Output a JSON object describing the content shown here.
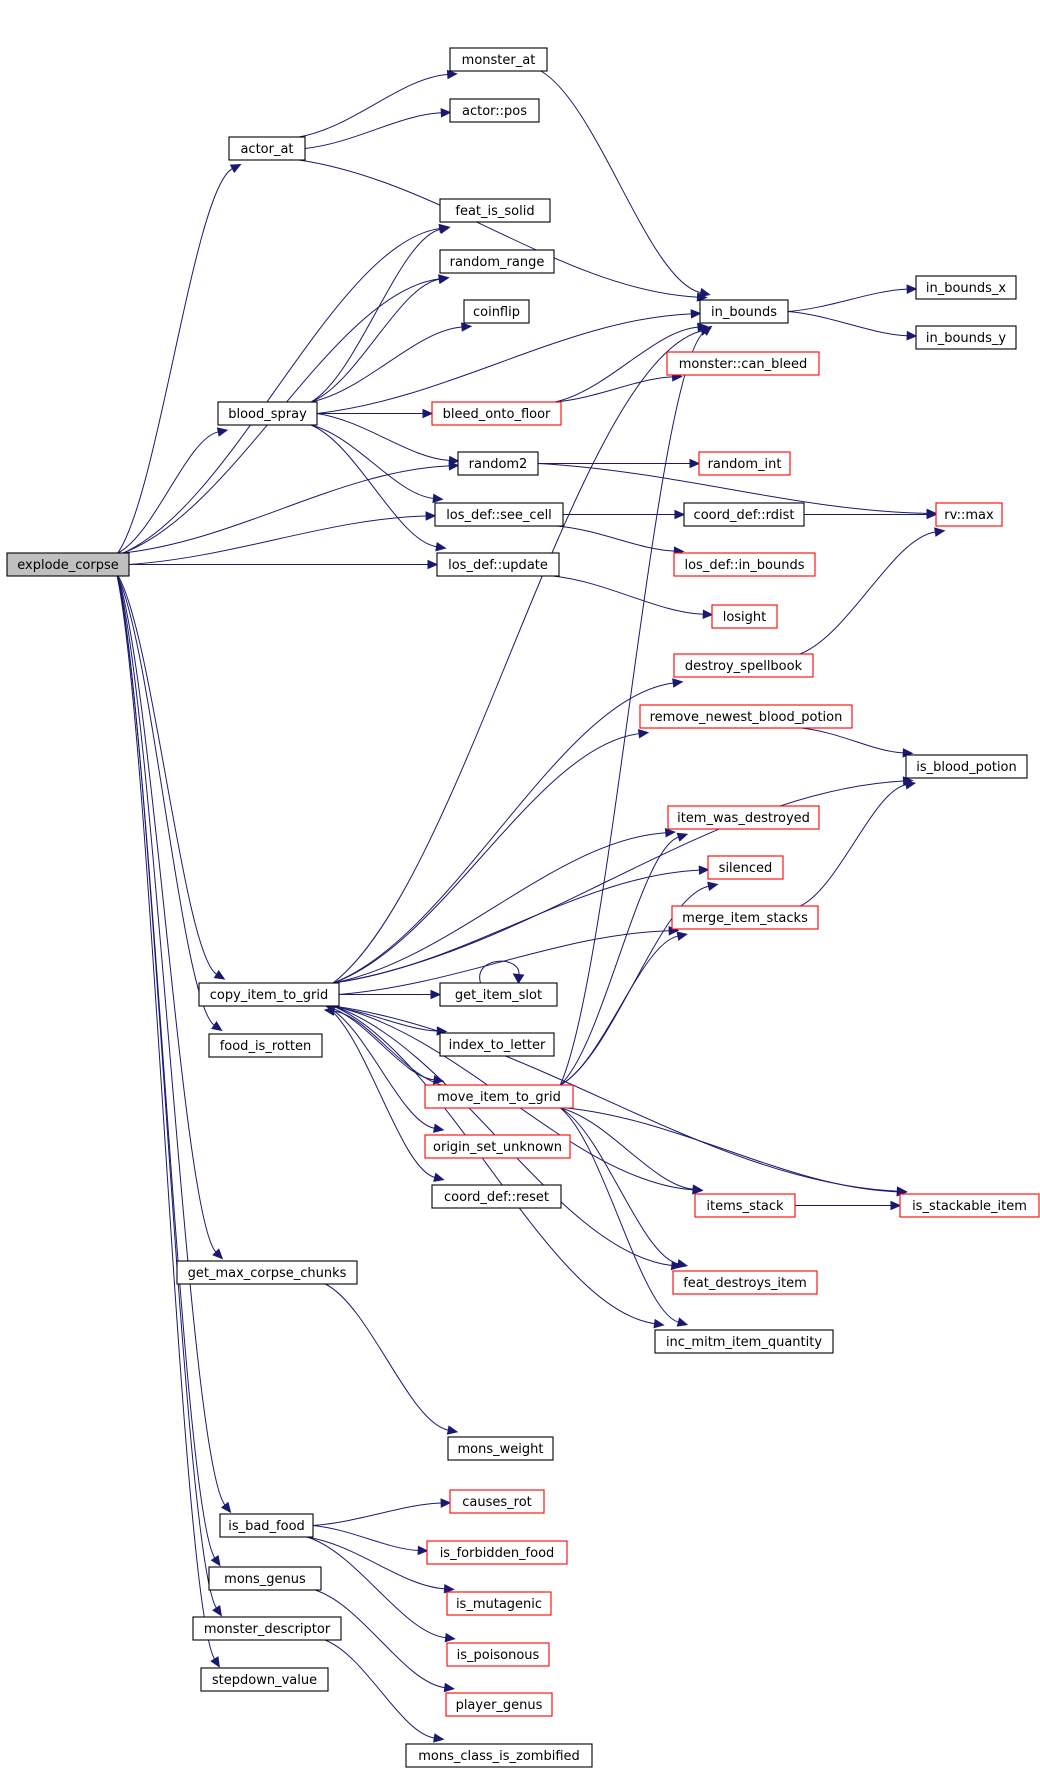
{
  "colors": {
    "edge": "#191970",
    "root_fill": "#bfbfbf",
    "normal_border": "#000000",
    "truncated_border": "#ff0000",
    "node_fill": "#ffffff"
  },
  "nodes": [
    {
      "id": "explode_corpse",
      "label": "explode_corpse",
      "style": "root"
    },
    {
      "id": "actor_at",
      "label": "actor_at",
      "style": "normal"
    },
    {
      "id": "monster_at",
      "label": "monster_at",
      "style": "normal"
    },
    {
      "id": "actor_pos",
      "label": "actor::pos",
      "style": "normal"
    },
    {
      "id": "feat_is_solid",
      "label": "feat_is_solid",
      "style": "normal"
    },
    {
      "id": "random_range",
      "label": "random_range",
      "style": "normal"
    },
    {
      "id": "coinflip",
      "label": "coinflip",
      "style": "normal"
    },
    {
      "id": "in_bounds",
      "label": "in_bounds",
      "style": "normal"
    },
    {
      "id": "in_bounds_x",
      "label": "in_bounds_x",
      "style": "normal"
    },
    {
      "id": "in_bounds_y",
      "label": "in_bounds_y",
      "style": "normal"
    },
    {
      "id": "monster_can_bleed",
      "label": "monster::can_bleed",
      "style": "truncated"
    },
    {
      "id": "blood_spray",
      "label": "blood_spray",
      "style": "normal"
    },
    {
      "id": "bleed_onto_floor",
      "label": "bleed_onto_floor",
      "style": "truncated"
    },
    {
      "id": "random2",
      "label": "random2",
      "style": "normal"
    },
    {
      "id": "random_int",
      "label": "random_int",
      "style": "truncated"
    },
    {
      "id": "los_def_see_cell",
      "label": "los_def::see_cell",
      "style": "normal"
    },
    {
      "id": "coord_def_rdist",
      "label": "coord_def::rdist",
      "style": "normal"
    },
    {
      "id": "rv_max",
      "label": "rv::max",
      "style": "truncated"
    },
    {
      "id": "los_def_update",
      "label": "los_def::update",
      "style": "normal"
    },
    {
      "id": "los_def_in_bounds",
      "label": "los_def::in_bounds",
      "style": "truncated"
    },
    {
      "id": "losight",
      "label": "losight",
      "style": "truncated"
    },
    {
      "id": "destroy_spellbook",
      "label": "destroy_spellbook",
      "style": "truncated"
    },
    {
      "id": "remove_newest_blood_potion",
      "label": "remove_newest_blood_potion",
      "style": "truncated"
    },
    {
      "id": "is_blood_potion",
      "label": "is_blood_potion",
      "style": "normal"
    },
    {
      "id": "item_was_destroyed",
      "label": "item_was_destroyed",
      "style": "truncated"
    },
    {
      "id": "silenced",
      "label": "silenced",
      "style": "truncated"
    },
    {
      "id": "merge_item_stacks",
      "label": "merge_item_stacks",
      "style": "truncated"
    },
    {
      "id": "copy_item_to_grid",
      "label": "copy_item_to_grid",
      "style": "normal"
    },
    {
      "id": "get_item_slot",
      "label": "get_item_slot",
      "style": "normal"
    },
    {
      "id": "index_to_letter",
      "label": "index_to_letter",
      "style": "normal"
    },
    {
      "id": "food_is_rotten",
      "label": "food_is_rotten",
      "style": "normal"
    },
    {
      "id": "move_item_to_grid",
      "label": "move_item_to_grid",
      "style": "truncated"
    },
    {
      "id": "origin_set_unknown",
      "label": "origin_set_unknown",
      "style": "truncated"
    },
    {
      "id": "coord_def_reset",
      "label": "coord_def::reset",
      "style": "normal"
    },
    {
      "id": "items_stack",
      "label": "items_stack",
      "style": "truncated"
    },
    {
      "id": "is_stackable_item",
      "label": "is_stackable_item",
      "style": "truncated"
    },
    {
      "id": "get_max_corpse_chunks",
      "label": "get_max_corpse_chunks",
      "style": "normal"
    },
    {
      "id": "feat_destroys_item",
      "label": "feat_destroys_item",
      "style": "truncated"
    },
    {
      "id": "inc_mitm_item_quantity",
      "label": "inc_mitm_item_quantity",
      "style": "normal"
    },
    {
      "id": "mons_weight",
      "label": "mons_weight",
      "style": "normal"
    },
    {
      "id": "is_bad_food",
      "label": "is_bad_food",
      "style": "normal"
    },
    {
      "id": "causes_rot",
      "label": "causes_rot",
      "style": "truncated"
    },
    {
      "id": "is_forbidden_food",
      "label": "is_forbidden_food",
      "style": "truncated"
    },
    {
      "id": "mons_genus",
      "label": "mons_genus",
      "style": "normal"
    },
    {
      "id": "is_mutagenic",
      "label": "is_mutagenic",
      "style": "truncated"
    },
    {
      "id": "monster_descriptor",
      "label": "monster_descriptor",
      "style": "normal"
    },
    {
      "id": "is_poisonous",
      "label": "is_poisonous",
      "style": "truncated"
    },
    {
      "id": "stepdown_value",
      "label": "stepdown_value",
      "style": "normal"
    },
    {
      "id": "player_genus",
      "label": "player_genus",
      "style": "truncated"
    },
    {
      "id": "mons_class_is_zombified",
      "label": "mons_class_is_zombified",
      "style": "normal"
    }
  ],
  "edges": [
    [
      "explode_corpse",
      "actor_at"
    ],
    [
      "explode_corpse",
      "feat_is_solid"
    ],
    [
      "explode_corpse",
      "random_range"
    ],
    [
      "explode_corpse",
      "blood_spray"
    ],
    [
      "explode_corpse",
      "random2"
    ],
    [
      "explode_corpse",
      "los_def_see_cell"
    ],
    [
      "explode_corpse",
      "los_def_update"
    ],
    [
      "explode_corpse",
      "copy_item_to_grid"
    ],
    [
      "explode_corpse",
      "food_is_rotten"
    ],
    [
      "explode_corpse",
      "get_max_corpse_chunks"
    ],
    [
      "explode_corpse",
      "is_bad_food"
    ],
    [
      "explode_corpse",
      "mons_genus"
    ],
    [
      "explode_corpse",
      "monster_descriptor"
    ],
    [
      "explode_corpse",
      "stepdown_value"
    ],
    [
      "actor_at",
      "monster_at"
    ],
    [
      "actor_at",
      "actor_pos"
    ],
    [
      "actor_at",
      "in_bounds"
    ],
    [
      "monster_at",
      "in_bounds"
    ],
    [
      "in_bounds",
      "in_bounds_x"
    ],
    [
      "in_bounds",
      "in_bounds_y"
    ],
    [
      "blood_spray",
      "feat_is_solid"
    ],
    [
      "blood_spray",
      "random_range"
    ],
    [
      "blood_spray",
      "coinflip"
    ],
    [
      "blood_spray",
      "in_bounds"
    ],
    [
      "blood_spray",
      "bleed_onto_floor"
    ],
    [
      "blood_spray",
      "random2"
    ],
    [
      "blood_spray",
      "los_def_see_cell"
    ],
    [
      "blood_spray",
      "los_def_update"
    ],
    [
      "bleed_onto_floor",
      "monster_can_bleed"
    ],
    [
      "bleed_onto_floor",
      "in_bounds"
    ],
    [
      "random2",
      "random_int"
    ],
    [
      "random2",
      "rv_max"
    ],
    [
      "los_def_see_cell",
      "coord_def_rdist"
    ],
    [
      "los_def_see_cell",
      "los_def_in_bounds"
    ],
    [
      "coord_def_rdist",
      "rv_max"
    ],
    [
      "los_def_update",
      "losight"
    ],
    [
      "destroy_spellbook",
      "rv_max"
    ],
    [
      "remove_newest_blood_potion",
      "is_blood_potion"
    ],
    [
      "merge_item_stacks",
      "is_blood_potion"
    ],
    [
      "copy_item_to_grid",
      "in_bounds"
    ],
    [
      "copy_item_to_grid",
      "destroy_spellbook"
    ],
    [
      "copy_item_to_grid",
      "remove_newest_blood_potion"
    ],
    [
      "copy_item_to_grid",
      "is_blood_potion"
    ],
    [
      "copy_item_to_grid",
      "item_was_destroyed"
    ],
    [
      "copy_item_to_grid",
      "silenced"
    ],
    [
      "copy_item_to_grid",
      "merge_item_stacks"
    ],
    [
      "copy_item_to_grid",
      "get_item_slot"
    ],
    [
      "copy_item_to_grid",
      "index_to_letter"
    ],
    [
      "copy_item_to_grid",
      "move_item_to_grid"
    ],
    [
      "copy_item_to_grid",
      "origin_set_unknown"
    ],
    [
      "copy_item_to_grid",
      "coord_def_reset"
    ],
    [
      "copy_item_to_grid",
      "items_stack"
    ],
    [
      "copy_item_to_grid",
      "feat_destroys_item"
    ],
    [
      "copy_item_to_grid",
      "inc_mitm_item_quantity"
    ],
    [
      "copy_item_to_grid",
      "is_stackable_item"
    ],
    [
      "get_item_slot",
      "get_item_slot"
    ],
    [
      "move_item_to_grid",
      "in_bounds"
    ],
    [
      "move_item_to_grid",
      "item_was_destroyed"
    ],
    [
      "move_item_to_grid",
      "silenced"
    ],
    [
      "move_item_to_grid",
      "merge_item_stacks"
    ],
    [
      "move_item_to_grid",
      "copy_item_to_grid"
    ],
    [
      "move_item_to_grid",
      "items_stack"
    ],
    [
      "move_item_to_grid",
      "is_stackable_item"
    ],
    [
      "move_item_to_grid",
      "feat_destroys_item"
    ],
    [
      "move_item_to_grid",
      "inc_mitm_item_quantity"
    ],
    [
      "items_stack",
      "is_stackable_item"
    ],
    [
      "get_max_corpse_chunks",
      "mons_weight"
    ],
    [
      "is_bad_food",
      "causes_rot"
    ],
    [
      "is_bad_food",
      "is_forbidden_food"
    ],
    [
      "is_bad_food",
      "is_mutagenic"
    ],
    [
      "is_bad_food",
      "is_poisonous"
    ],
    [
      "mons_genus",
      "player_genus"
    ],
    [
      "monster_descriptor",
      "mons_class_is_zombified"
    ]
  ]
}
